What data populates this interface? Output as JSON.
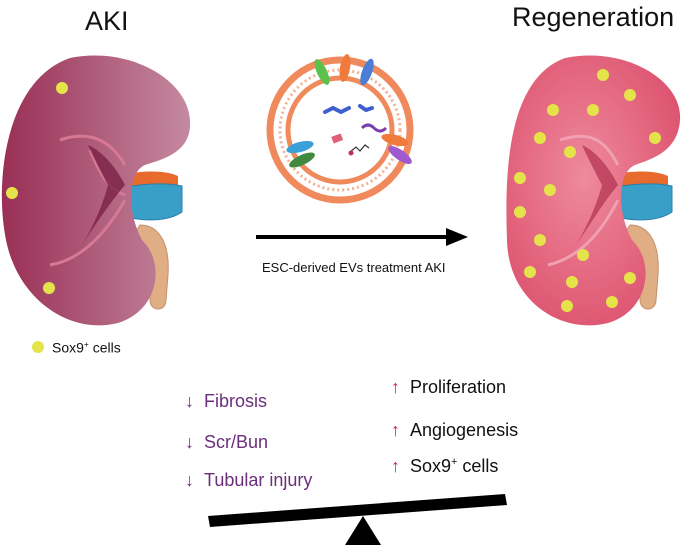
{
  "titles": {
    "left": "AKI",
    "right": "Regeneration"
  },
  "arrow_caption": "ESC-derived EVs treatment AKI",
  "legend": {
    "label": "Sox9",
    "superscript": "+",
    "suffix": " cells"
  },
  "decreased": [
    {
      "arrow": "↓",
      "label": "Fibrosis"
    },
    {
      "arrow": "↓",
      "label": "Scr/Bun"
    },
    {
      "arrow": "↓",
      "label": "Tubular injury"
    }
  ],
  "increased": [
    {
      "arrow": "↑",
      "label": "Proliferation"
    },
    {
      "arrow": "↑",
      "label": "Angiogenesis"
    },
    {
      "arrow": "↑",
      "label": "Sox9",
      "superscript": "+",
      "suffix": " cells"
    }
  ],
  "colors": {
    "injured_kidney": "#9e3558",
    "healthy_kidney": "#e25f7a",
    "sox9_cell": "#e4e44a",
    "vesicle": "#f08a5d",
    "down_text": "#6a2f7a",
    "up_arrow": "#d0204a",
    "ureter": "#dfae84",
    "vein": "#3a9fc8",
    "artery": "#e86a2c"
  }
}
